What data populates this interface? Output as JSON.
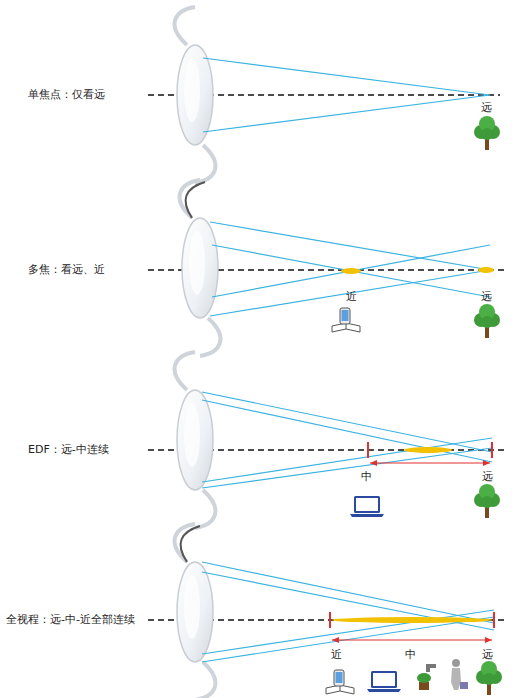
{
  "diagram": {
    "labels": [
      "单焦点：仅看远",
      "远",
      "多焦：看远、近",
      "近",
      "远",
      "EDF：远-中连续",
      "中",
      "远",
      "全视程：远-中-近全部连续",
      "近",
      "中",
      "远"
    ]
  }
}
